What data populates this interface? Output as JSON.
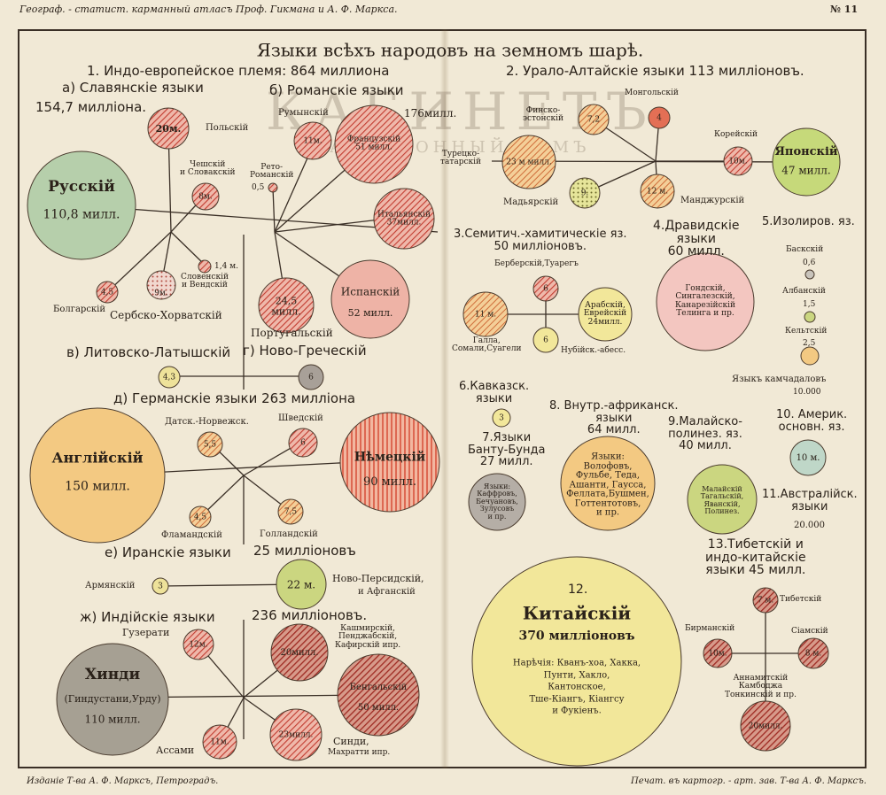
{
  "header": {
    "left": "Географ. - статист. карманный атласъ Проф. Гикмана и А. Ф. Маркса.",
    "right": "№ 11"
  },
  "title": "Языки всѣхъ народовъ на земномъ шарѣ.",
  "watermark": {
    "main": "КАБИНЕТЪ",
    "sub": "АУКЦИОННЫЙ ДОМЪ"
  },
  "footer": {
    "left": "Изданіе Т-ва А. Ф. Марксъ, Петроградъ.",
    "right": "Печат. въ картогр. - арт. зав. Т-ва А. Ф. Марксъ."
  },
  "headings": {
    "indo": "1. Индо-европейское племя: 864 миллиона",
    "slav_a": "а) Славянскіе языки",
    "slav_n": "154,7 милліона.",
    "rom": "б) Романскіе языки",
    "rom_n": "176милл.",
    "ural": "2. Урало-Алтайскіе языки 113 милліоновъ.",
    "lit": "в) Литовско-Латышскій",
    "greek": "г) Ново-Греческій",
    "germ": "д) Германскіе языки 263 милліона",
    "iran_a": "е) Иранскіе языки",
    "iran_b": "25 милліоновъ",
    "ind_a": "ж) Индійскіе языки",
    "ind_b": "236 милліоновъ.",
    "semit": "3.Семитич.-хамитическіе яз.\n50 милліоновъ.",
    "drav": "4.Дравидскіе\nязыки\n60 милл.",
    "iso": "5.Изолиров. яз.",
    "cauc": "6.Кавказск.\nязыки",
    "bantu": "7.Языки\nБанту-Бунда\n27 милл.",
    "afr": "8. Внутр.-африканск.\nязыки\n64 милл.",
    "malay": "9.Малайско-\nполинез. яз.\n40 милл.",
    "amer": "10. Америк.\nосновн. яз.",
    "austr": "11.Австралійск.\nязыки",
    "austr_n": "20.000",
    "china_num": "12.",
    "tibet": "13.Тибетскій и\nиндо-китайскіе\nязыки 45 милл."
  },
  "labels": {
    "russian": "Русскій",
    "russian_n": "110,8 милл.",
    "polish": "Польскій",
    "polish_in": "20м.",
    "czech": "Чешскій\nи Словакскій",
    "czech_in": "8м.",
    "sloven": "Словенскій\nи Вендскій",
    "sloven_n": "1,4 м.",
    "bulg": "Болгарскій",
    "bulg_in": "4,5",
    "serb": "Сербско-Хорватскій",
    "serb_in": "9м.",
    "rum": "Румынскій",
    "rum_in": "11м.",
    "french_in": "Французскій\n51 милл.",
    "reto": "Рето-\nРоманскій",
    "reto_n": "0,5",
    "ital_in": "Итальянскій\n37милл.",
    "span_in": "Испанскій",
    "span_n": "52 милл.",
    "port_in": "24,5\nмилл.",
    "port": "Португальскій",
    "lit_in": "4,3",
    "greek_in": "6",
    "fin": "Финско-\nэстонскій",
    "fin_in": "7,2",
    "mong": "Монгольскій",
    "mong_in": "4",
    "kor": "Корейскій",
    "kor_in": "10м.",
    "jap_in": "Японскій",
    "jap_n": "47 милл.",
    "turk": "Турецко-\nтатарскій",
    "turk_in": "23 м милл.",
    "mad": "Мадьярскій",
    "mad_in": "9.",
    "manch": "Манджурскій",
    "manch_in": "12 м.",
    "berber": "Берберскій,Туарегъ",
    "berber_in": "6",
    "galla_in": "11 м.",
    "galla": "Галла,\nСомали,Суагели",
    "arab_in": "Арабскій,\nЕврейскій\n24милл.",
    "nub_in": "6",
    "nub": "Нубійск.-абесс.",
    "drav_in": "Гондскій,\nСингалезскій,\nКанарезійскій\nТелинга и пр.",
    "basque": "Баскскій",
    "basque_n": "0,6",
    "alban": "Албанскій",
    "alban_n": "1,5",
    "celt": "Кельтскій",
    "celt_n": "2,5",
    "kamch": "Языкъ камчадаловъ",
    "kamch_n": "10.000",
    "cauc_in": "3",
    "english": "Англійскій",
    "english_n": "150 милл.",
    "german": "Нѣмецкій",
    "german_n": "90 милл.",
    "dan": "Датск.-Норвежск.",
    "dan_in": "5,5",
    "swed": "Шведскій",
    "swed_in": "6",
    "flam": "Фламандскій",
    "flam_in": "4,5",
    "goll": "Голландскій",
    "goll_in": "7,5",
    "bantu_in": "Языки:\nКаффровъ,\nБечуановъ,\nЗулусовъ\nи пр.",
    "afr_in": "Языки:\nВолофовъ,\nФульбе, Теда,\nАшанти, Гаусса,\nФеллата,Бушмен,\nГоттентотовъ,\nи пр.",
    "malay_in": "Малайскій\nТагальскій,\nЯванскій,\nПолинез.",
    "amer_in": "10 м.",
    "arm": "Армянскій",
    "arm_in": "3",
    "npers_in": "22 м.",
    "npers": "Ново-Персидскій,",
    "afg": "и Афганскій",
    "guz": "Гузерати",
    "guz_in": "12м.",
    "kash_in": "20милл.",
    "kash": "Кашмирскій,\nПенджабскій,\nКафирскій ипр.",
    "hindi": "Хинди",
    "hindi_n": "(Гиндустани,Урду)",
    "hindi_m": "110 милл.",
    "beng_in": "Бенгальскій",
    "beng_n": "50 милл.",
    "assam": "Ассами",
    "assam_in": "11м.",
    "sindi_in": "23милл.",
    "sindi": "Синди,",
    "mahr": "Махратти ипр.",
    "china": "Китайскій",
    "china_n": "370 милліоновъ",
    "china_d": "Нарѣчія: Кванъ-хоа, Хакка,\nПунти, Хакло,\nКантонское,\nТше-Кіангъ, Кіангсу\nи Фукіенъ.",
    "tib": "Тибетскій",
    "tib_in": "7 м.",
    "birm": "Бирманскій",
    "birm_in": "10м.",
    "siam": "Сіамскій",
    "siam_in": "8 м.",
    "annam": "Аннамитскій\nКамбоджа\nТонкинскій и пр.",
    "annam_in": "20милл."
  },
  "colors": {
    "paper": "#f1e9d6",
    "slavic_green": "#b6cfab",
    "rose": "#eeb3a6",
    "red_hatch": "#c45a4a",
    "yellow": "#efe08a",
    "orange": "#f2c27e",
    "green_olive": "#cbd680",
    "ink": "#2a2119"
  }
}
